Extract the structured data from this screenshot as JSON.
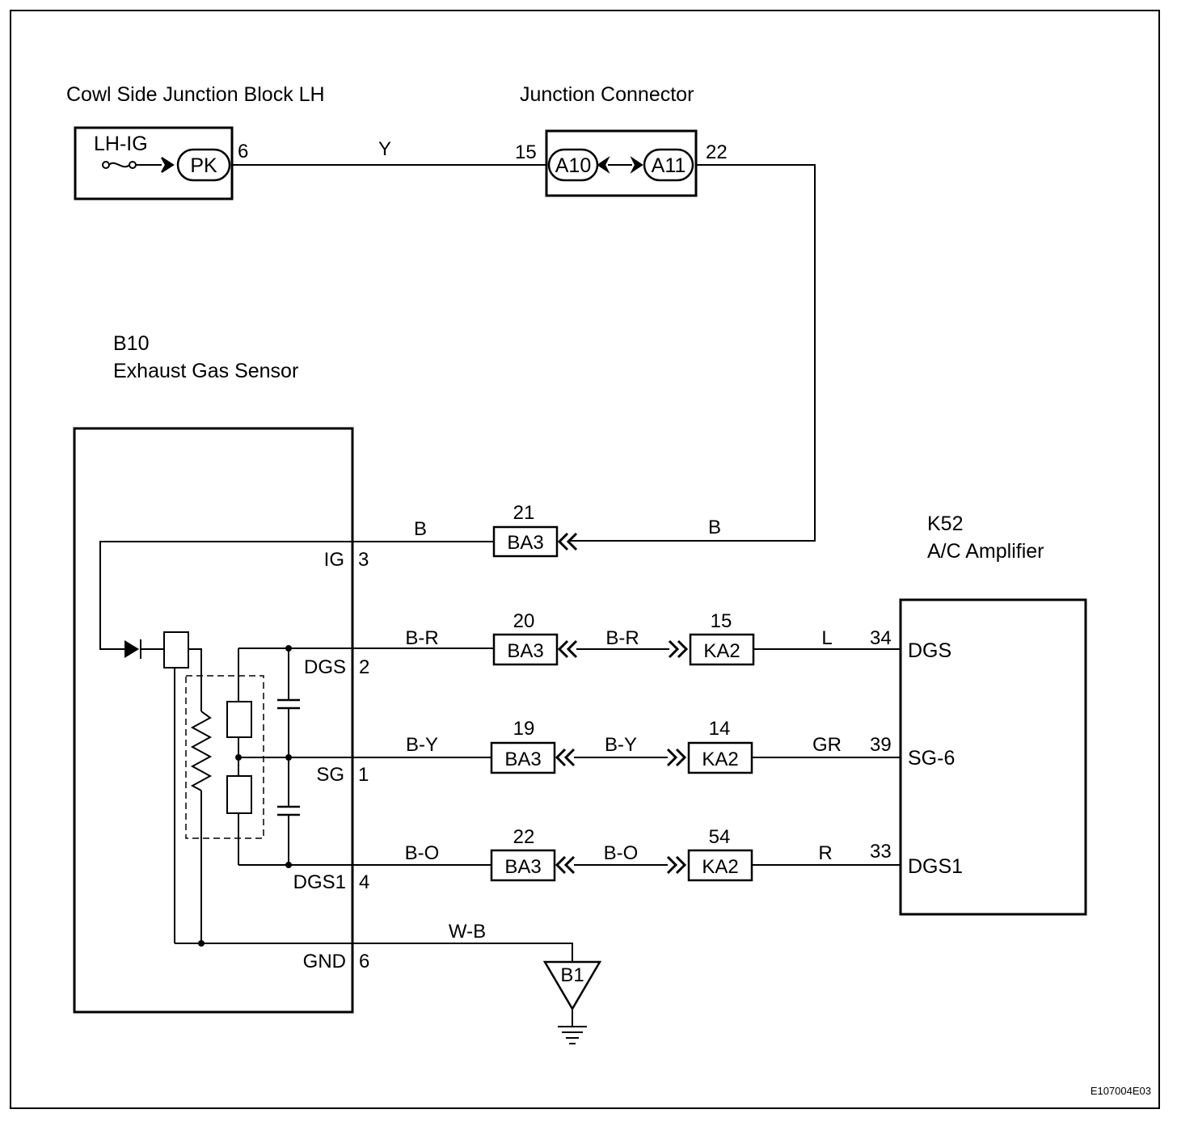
{
  "cowl_block": {
    "title": "Cowl Side Junction Block LH",
    "fuse_label": "LH-IG",
    "connector": "PK",
    "pin": "6"
  },
  "junction_connector": {
    "title": "Junction Connector",
    "left_connector": "A10",
    "right_connector": "A11",
    "left_pin": "15",
    "right_pin": "22"
  },
  "sensor": {
    "code": "B10",
    "name": "Exhaust Gas Sensor",
    "terminals": {
      "ig": {
        "name": "IG",
        "pin": "3"
      },
      "dgs": {
        "name": "DGS",
        "pin": "2"
      },
      "sg": {
        "name": "SG",
        "pin": "1"
      },
      "dgs1": {
        "name": "DGS1",
        "pin": "4"
      },
      "gnd": {
        "name": "GND",
        "pin": "6"
      }
    }
  },
  "amplifier": {
    "code": "K52",
    "name": "A/C Amplifier",
    "terminals": {
      "dgs": {
        "name": "DGS",
        "pin": "34"
      },
      "sg6": {
        "name": "SG-6",
        "pin": "39"
      },
      "dgs1": {
        "name": "DGS1",
        "pin": "33"
      }
    }
  },
  "wires": {
    "cowl_to_junction": "Y",
    "junction_to_ba3": "B",
    "ba3_to_ig": "B",
    "dgs_left": "B-R",
    "dgs_mid": "B-R",
    "dgs_right": "L",
    "sg_left": "B-Y",
    "sg_mid": "B-Y",
    "sg_right": "GR",
    "dgs1_left": "B-O",
    "dgs1_mid": "B-O",
    "dgs1_right": "R",
    "ground": "W-B"
  },
  "inline_connectors": {
    "ig": {
      "name": "BA3",
      "pin": "21"
    },
    "dgs_ba": {
      "name": "BA3",
      "pin": "20"
    },
    "dgs_ka": {
      "name": "KA2",
      "pin": "15"
    },
    "sg_ba": {
      "name": "BA3",
      "pin": "19"
    },
    "sg_ka": {
      "name": "KA2",
      "pin": "14"
    },
    "dgs1_ba": {
      "name": "BA3",
      "pin": "22"
    },
    "dgs1_ka": {
      "name": "KA2",
      "pin": "54"
    }
  },
  "ground_point": "B1",
  "figure_code": "E107004E03"
}
